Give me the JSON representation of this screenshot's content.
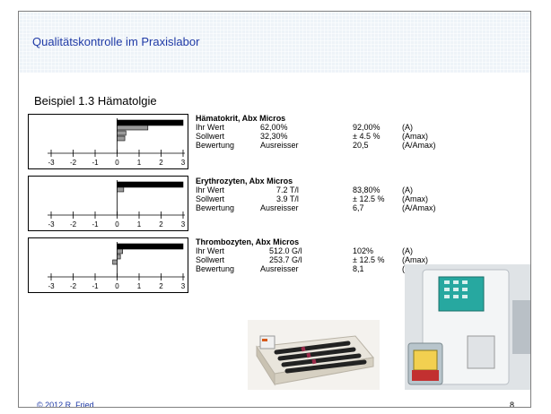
{
  "slide": {
    "title": "Qualitätskontrolle im Praxislabor",
    "subtitle": "Beispiel 1.3 Hämatolgie",
    "footer": "© 2012 R. Fried",
    "page_number": "8"
  },
  "axis_ticks": [
    "-3",
    "-2",
    "-1",
    "0",
    "1",
    "2",
    "3"
  ],
  "panels": [
    {
      "heading": "Hämatokrit, Abx Micros",
      "rows": [
        {
          "label": "Ihr Wert",
          "value": "62,00%",
          "extra": "92,00%",
          "note": "(A)"
        },
        {
          "label": "Sollwert",
          "value": "32,30%",
          "extra": "± 4.5 %",
          "note": "(Amax)"
        },
        {
          "label": "Bewertung",
          "value": "Ausreisser",
          "extra": "20,5",
          "note": "(A/Amax)"
        }
      ],
      "bars": [
        3.0,
        1.4,
        0.4,
        0.35
      ]
    },
    {
      "heading": "Erythrozyten, Abx Micros",
      "rows": [
        {
          "label": "Ihr Wert",
          "value": "7.2 T/l",
          "extra": "83,80%",
          "note": "(A)"
        },
        {
          "label": "Sollwert",
          "value": "3.9 T/l",
          "extra": "± 12.5 %",
          "note": "(Amax)"
        },
        {
          "label": "Bewertung",
          "value": "Ausreisser",
          "extra": "6,7",
          "note": "(A/Amax)"
        }
      ],
      "bars": [
        3.0,
        0.3
      ]
    },
    {
      "heading": "Thrombozyten, Abx Micros",
      "rows": [
        {
          "label": "Ihr Wert",
          "value": "512.0 G/l",
          "extra": "102%",
          "note": "(A)"
        },
        {
          "label": "Sollwert",
          "value": "253.7 G/l",
          "extra": "± 12.5 %",
          "note": "(Amax)"
        },
        {
          "label": "Bewertung",
          "value": "Ausreisser",
          "extra": "8,1",
          "note": "(A/"
        }
      ],
      "bars": [
        3.0,
        0.25,
        0.15,
        -0.2
      ]
    }
  ]
}
